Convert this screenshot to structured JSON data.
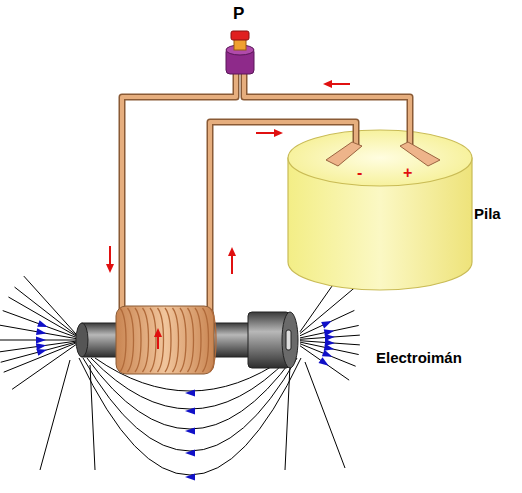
{
  "diagram": {
    "labels": [
      "P",
      "-",
      "+",
      "Pila",
      "Electroimán"
    ]
  }
}
